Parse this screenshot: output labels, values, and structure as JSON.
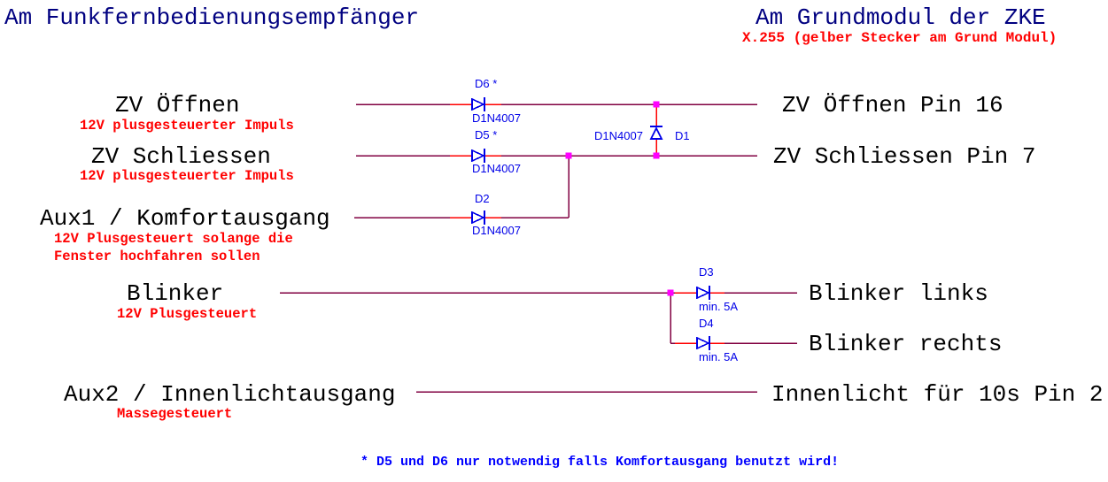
{
  "header": {
    "left_title": "Am Funkfernbedienungsempfänger",
    "right_title": "Am Grundmodul der ZKE",
    "right_subtitle": "X.255 (gelber Stecker am Grund Modul)"
  },
  "inputs": {
    "zv_oeffnen": {
      "label": "ZV Öffnen",
      "note": "12V plusgesteuerter Impuls"
    },
    "zv_schliessen": {
      "label": "ZV Schliessen",
      "note": "12V plusgesteuerter Impuls"
    },
    "aux1": {
      "label": "Aux1 / Komfortausgang",
      "note_line1": "12V Plusgesteuert solange die",
      "note_line2": "Fenster hochfahren sollen"
    },
    "blinker": {
      "label": "Blinker",
      "note": "12V Plusgesteuert"
    },
    "aux2": {
      "label": "Aux2 / Innenlichtausgang",
      "note": "Massegesteuert"
    }
  },
  "outputs": {
    "zv_oeffnen": "ZV Öffnen Pin 16",
    "zv_schliessen": "ZV Schliessen Pin 7",
    "blinker_links": "Blinker links",
    "blinker_rechts": "Blinker rechts",
    "innenlicht": "Innenlicht für 10s Pin 2"
  },
  "components": {
    "d6": {
      "ref": "D6 *",
      "value": "D1N4007"
    },
    "d5": {
      "ref": "D5 *",
      "value": "D1N4007"
    },
    "d2": {
      "ref": "D2",
      "value": "D1N4007"
    },
    "d1": {
      "ref": "D1",
      "value": "D1N4007"
    },
    "d3": {
      "ref": "D3",
      "value": "min. 5A"
    },
    "d4": {
      "ref": "D4",
      "value": "min. 5A"
    }
  },
  "footnote": "* D5 und D6 nur notwendig falls Komfortausgang benutzt wird!",
  "colors": {
    "wire": "#800040",
    "lead_red": "#ff0000",
    "component_blue": "#0000e8",
    "junction_magenta": "#ff00ff",
    "title_navy": "#000080",
    "footnote_blue": "#0000ff",
    "annotation_red": "#ff0000",
    "signal_black": "#000000"
  }
}
